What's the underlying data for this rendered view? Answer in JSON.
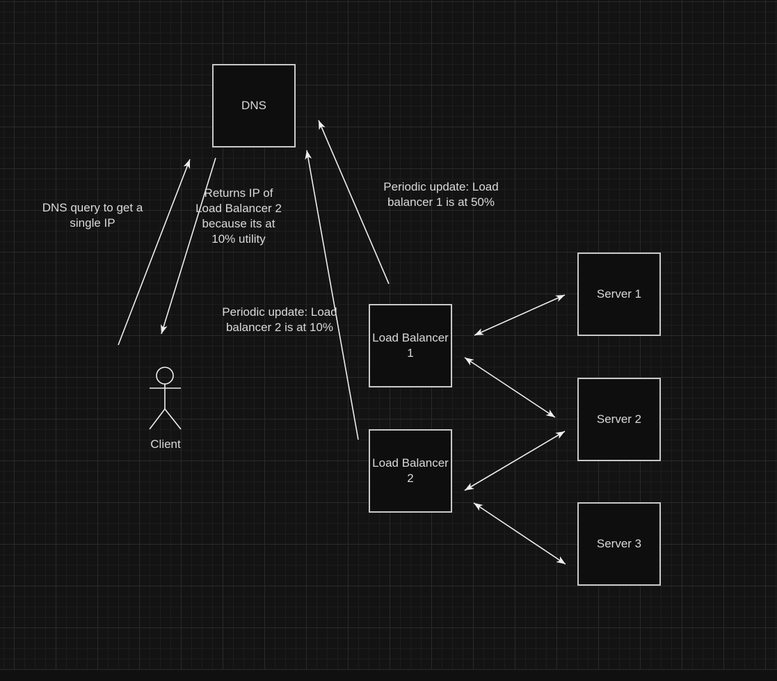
{
  "diagram": {
    "nodes": {
      "dns": "DNS",
      "lb1": "Load Balancer\n1",
      "lb2": "Load Balancer\n2",
      "server1": "Server 1",
      "server2": "Server 2",
      "server3": "Server 3"
    },
    "actor": {
      "label": "Client"
    },
    "annotations": {
      "dns_query": "DNS query to get a\nsingle IP",
      "returns_ip": "Returns IP of\nLoad Balancer 2\nbecause its at\n10% utility",
      "periodic_lb1": "Periodic update: Load\nbalancer 1 is at 50%",
      "periodic_lb2": "Periodic update: Load\nbalancer 2 is at 10%"
    },
    "colors": {
      "background": "#131313",
      "grid_minor": "#1d1d1d",
      "grid_major": "#2a2a2a",
      "node_fill": "#0e0e0e",
      "node_border": "#c9c9c9",
      "text": "#d9d9d9",
      "arrow": "#eeeeee"
    }
  }
}
